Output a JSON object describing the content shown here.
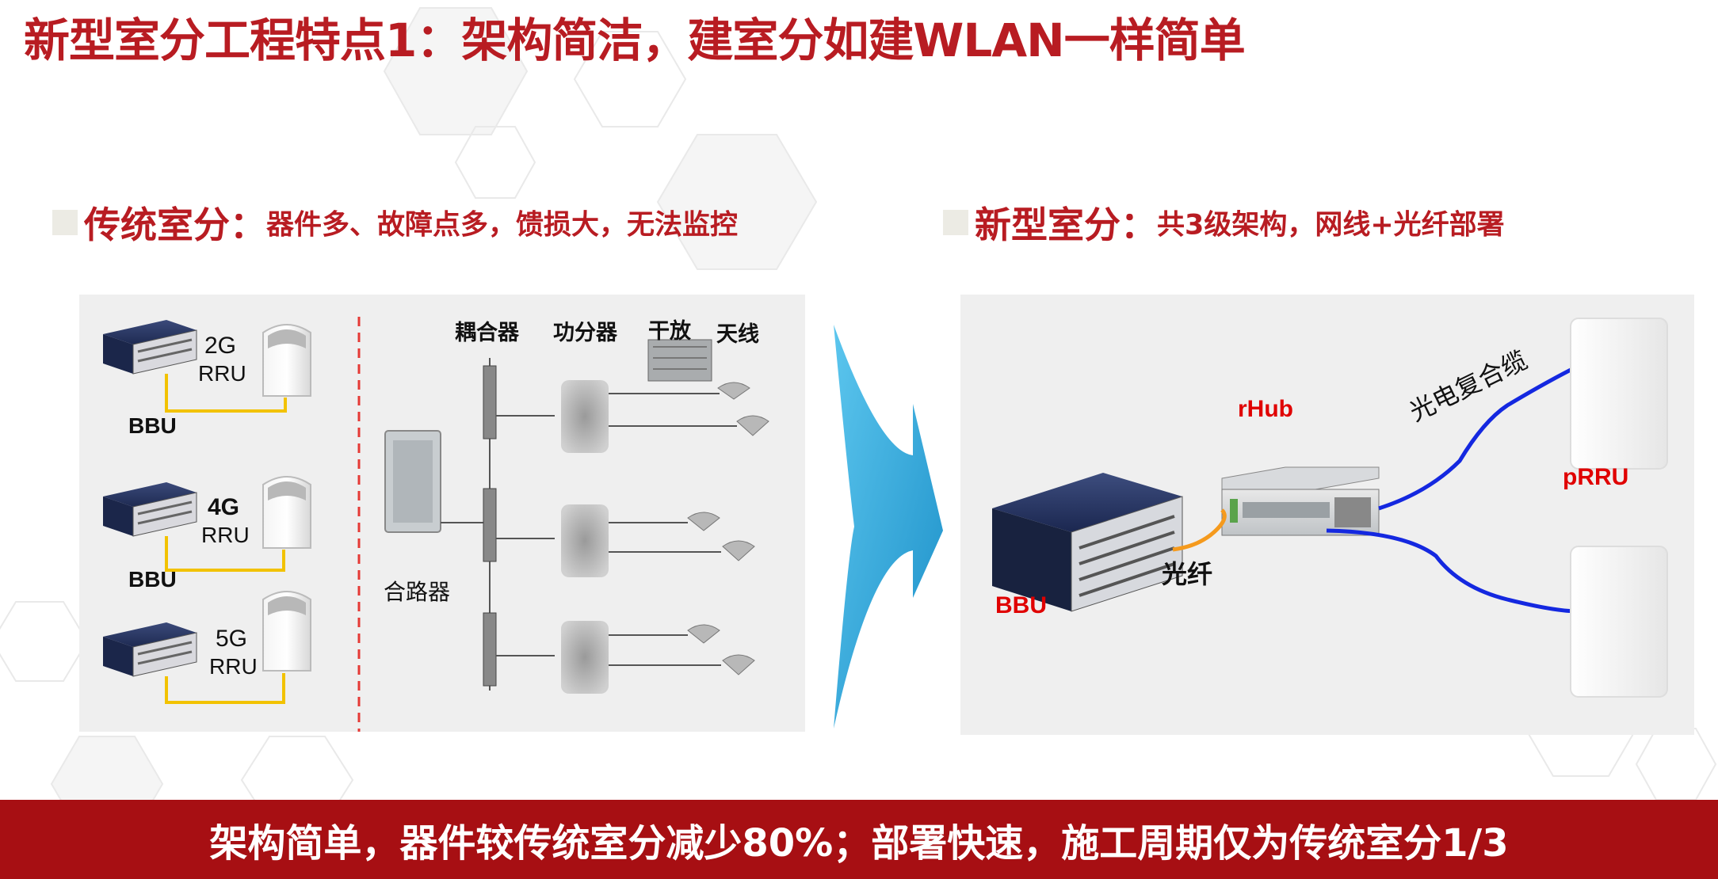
{
  "title": "新型室分工程特点1：架构简洁，建室分如建WLAN一样简单",
  "left_section": {
    "heading": "传统室分：",
    "detail": "器件多、故障点多，馈损大，无法监控",
    "rru_rows": [
      {
        "band": "2G",
        "rru": "RRU",
        "bbu": "BBU"
      },
      {
        "band": "4G",
        "rru": "RRU",
        "bbu": "BBU"
      },
      {
        "band": "5G",
        "rru": "RRU",
        "bbu": ""
      }
    ],
    "combiner_label": "合路器",
    "coupler_label": "耦合器",
    "splitter_label": "功分器",
    "trunk_amp_label": "干放",
    "antenna_label": "天线"
  },
  "right_section": {
    "heading": "新型室分：",
    "detail": "共3级架构，网线+光纤部署",
    "bbu_label": "BBU",
    "rhub_label": "rHub",
    "fiber_label": "光纤",
    "cable_label": "光电复合缆",
    "prru_label": "pRRU"
  },
  "colors": {
    "accent_red": "#b81c22",
    "footer_bg": "#a70f13",
    "label_red": "#e00000",
    "fiber_orange": "#f59a1d",
    "cable_blue": "#1428e0",
    "rru_cable_yellow": "#f2c200",
    "arrow_blue": "#2aa3d8"
  },
  "footer": "架构简单，器件较传统室分减少80%；部署快速，施工周期仅为传统室分1/3"
}
